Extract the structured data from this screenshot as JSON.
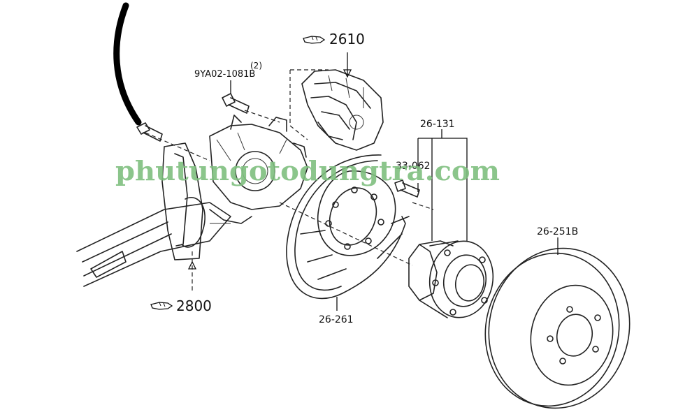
{
  "colors": {
    "line": "#222222",
    "watermark": "#7fbf7f",
    "background": "#ffffff"
  },
  "callouts": {
    "caliper": "2610",
    "knuckle": "2800",
    "bolt_qty": "(2)",
    "bolt": "9YA02-1081B",
    "hub_group": "26-131",
    "hub_bolt": "33-062",
    "dust_shield": "26-261",
    "brake_disc": "26-251B"
  },
  "icons": {
    "section_ref": "hand-pointer-icon"
  },
  "watermark": {
    "text": "phutungotodungtra.com"
  }
}
